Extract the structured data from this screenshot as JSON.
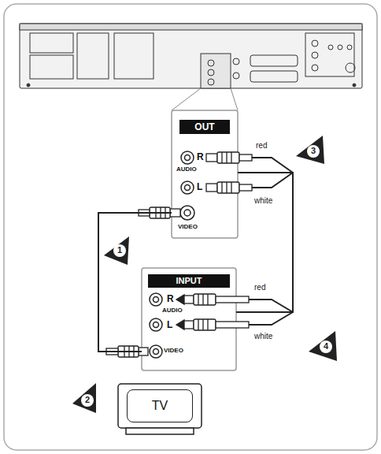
{
  "diagram": {
    "nodes": [
      {
        "text": [
          "OUT",
          "R",
          "AUDIO",
          "L",
          "VIDEO"
        ]
      },
      {
        "text": [
          "INPUT",
          "R",
          "AUDIO",
          "L",
          "VIDEO"
        ]
      },
      {
        "text": [
          "TV"
        ]
      }
    ],
    "edges": [
      {
        "from": 0,
        "to": 1,
        "arrow": "none"
      },
      {
        "from": 0,
        "to": 1,
        "arrow": "none"
      }
    ],
    "labels": [
      "1",
      "2",
      "3",
      "4",
      "red",
      "white",
      "red",
      "white"
    ]
  }
}
